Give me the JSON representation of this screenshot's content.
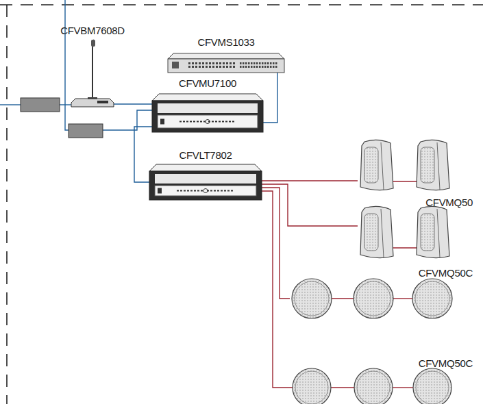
{
  "diagram": {
    "nodes": [
      {
        "text": [
          "CFVBM7608D"
        ]
      },
      {
        "text": [
          "CFVMS1033"
        ]
      },
      {
        "text": [
          "CFVMU7100"
        ]
      },
      {
        "text": [
          "CFVLT7802"
        ]
      },
      {
        "text": [
          "CFVMQ50"
        ]
      },
      {
        "text": [
          "CFVMQ50C"
        ]
      },
      {
        "text": [
          "CFVMQ50C"
        ]
      }
    ],
    "edges": [
      {
        "from": 0,
        "to": 2,
        "arrow": "none"
      },
      {
        "from": 1,
        "to": 2,
        "arrow": "none"
      },
      {
        "from": 2,
        "to": 3,
        "arrow": "none"
      },
      {
        "from": 3,
        "to": 4,
        "arrow": "none"
      },
      {
        "from": 3,
        "to": 5,
        "arrow": "none"
      },
      {
        "from": 3,
        "to": 6,
        "arrow": "none"
      }
    ]
  }
}
